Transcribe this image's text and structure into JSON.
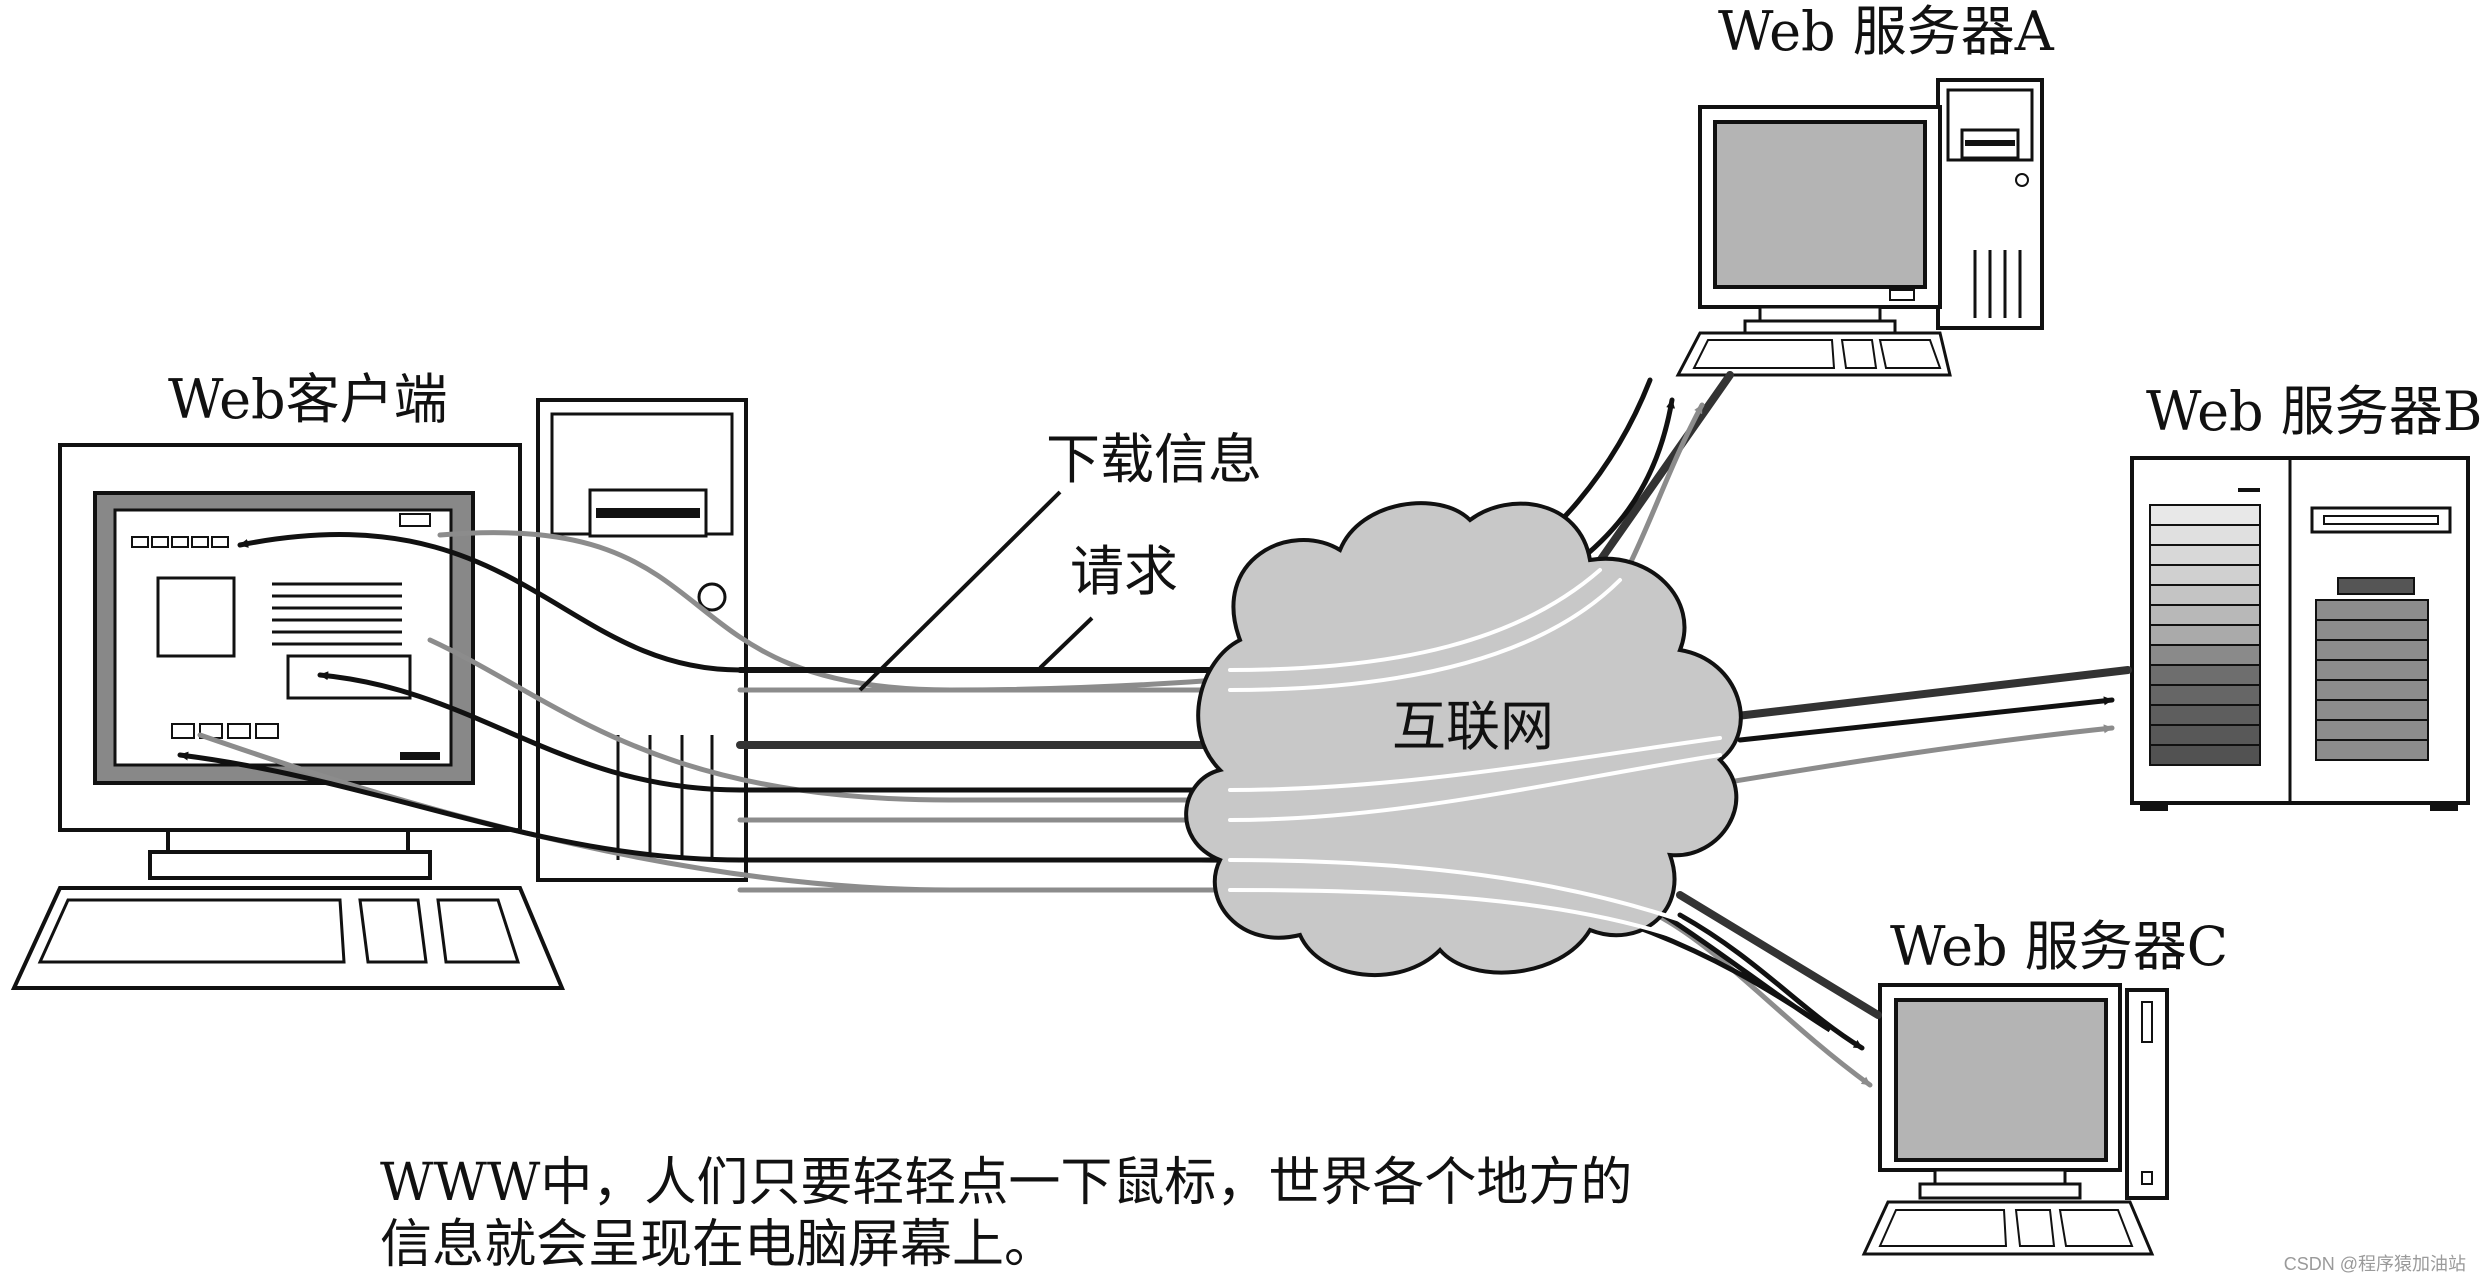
{
  "labels": {
    "client": "Web客户端",
    "server_a": "Web 服务器A",
    "server_b": "Web 服务器B",
    "server_c": "Web 服务器C",
    "download": "下载信息",
    "request": "请求",
    "internet": "互联网"
  },
  "caption": {
    "line1": "WWW中，人们只要轻轻点一下鼠标，世界各个地方的",
    "line2": "信息就会呈现在电脑屏幕上。"
  },
  "watermark": "CSDN @程序猿加油站",
  "colors": {
    "ink": "#111111",
    "cloud": "#c8c8c8",
    "screen": "#b4b4b4",
    "request_line": "#8c8c8c",
    "dark_line": "#333333",
    "background": "#ffffff"
  }
}
